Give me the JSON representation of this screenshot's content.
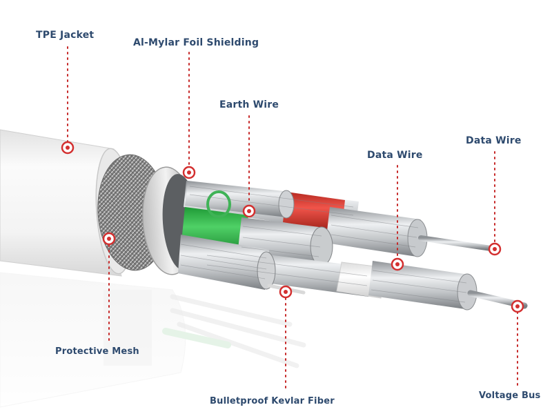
{
  "colors": {
    "label_text": "#2e4a6e",
    "leader_line": "#c62828",
    "marker_ring": "#d32f2f",
    "jacket": "#f4f4f4",
    "mesh": "#9a9a9a",
    "foil": "#d9d9d9",
    "earth_wire": "#bfbfbf",
    "green_insulation": "#2fb84a",
    "red_insulation": "#e03a2f",
    "white_insulation": "#f7f7f7",
    "strands": "#b5b8bb"
  },
  "labels": {
    "tpe_jacket": "TPE Jacket",
    "foil_shielding": "Al-Mylar Foil Shielding",
    "earth_wire": "Earth Wire",
    "data_wire_1": "Data Wire",
    "data_wire_2": "Data Wire",
    "protective_mesh": "Protective Mesh",
    "kevlar_fiber": "Bulletproof Kevlar Fiber",
    "voltage_bus": "Voltage Bus"
  }
}
